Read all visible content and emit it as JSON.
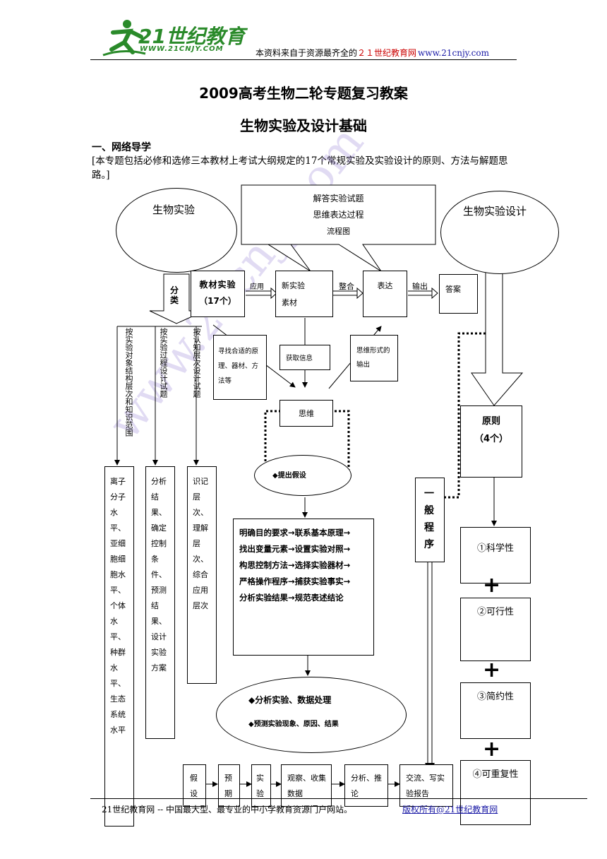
{
  "header": {
    "logo_text": "21世纪教育",
    "logo_url": "WWW.21CNJY.COM",
    "tagline_prefix": "本资料来自于资源最齐全的",
    "tagline_brand": "２１世纪教育网",
    "tagline_url": "www.21cnjy.com",
    "brand_color": "#cc0000",
    "url_color": "#1a1aa6",
    "logo_color": "#2a8a2a"
  },
  "title": "2009高考生物二轮专题复习教案",
  "subtitle": "生物实验及设计基础",
  "section1": {
    "heading": "一、网络导学",
    "intro": "[本专题包括必修和选修三本教材上考试大纲规定的17个常规实验及实验设计的原则、方法与解题思路。]"
  },
  "diagram": {
    "ellipse_left": "生物实验",
    "ellipse_right": "生物实验设计",
    "callout_line1": "解答实验试题",
    "callout_line2": "思维表达过程",
    "callout_line3": "流程图",
    "classify": "分类",
    "textbook_line1": "教材实验",
    "textbook_line2": "（17个）",
    "apply": "应用",
    "new_exp_line1": "新实验",
    "new_exp_line2": "素材",
    "integrate": "整合",
    "express": "表达",
    "output": "输出",
    "answer": "答案",
    "find_box": "寻找合适的原理、器材、方法等",
    "get_info": "获取信息",
    "think_output": "思维形式的输出",
    "thinking": "思维",
    "hypothesis": "◆提出假设",
    "steps": [
      "明确目的要求→联系基本原理→",
      "找出变量元素→设置实验对照→",
      "构思控制方法→选择实验器材→",
      "严格操作程序→捕获实验事实→",
      "分析实验结果→规范表述结论"
    ],
    "analysis_line1": "◆分析实验、数据处理",
    "analysis_line2": "◆预测实验现象、原因、结果",
    "col1_label": "按实验对象结构层次和知识范围",
    "col2_label": "按实验过程设计试题",
    "col3_label": "按认知层次设计试题",
    "col1_content": "离子分子水平、亚细胞细胞水平、个体水平、种群水平、生态系统水平",
    "col2_content": "分析结果、确定控制条件、预测结果、设计实验方案",
    "col3_content": "识记层次、理解层次、综合应用层次",
    "general": "一般程序",
    "principle_line1": "原则",
    "principle_line2": "（4个）",
    "p1": "①科学性",
    "p2": "②可行性",
    "p3": "③简约性",
    "p4": "④可重复性",
    "plus": "+",
    "bottom_steps": [
      "假设",
      "预期",
      "实验",
      "观察、收集数据",
      "分析、推论",
      "交流、写实验报告"
    ]
  },
  "watermark": "www.21cnjy.com",
  "footer": {
    "left": "21世纪教育网 -- 中国最大型、最专业的中小学教育资源门户网站。",
    "right": "版权所有@21世纪教育网"
  }
}
